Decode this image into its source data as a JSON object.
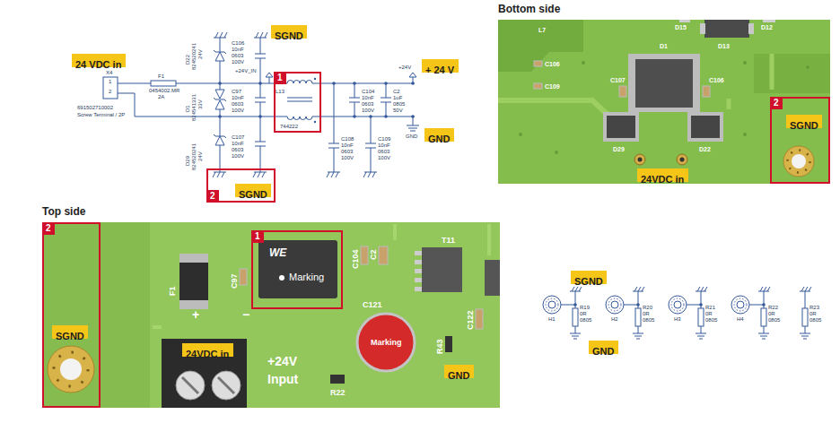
{
  "diagram": {
    "nodes": [
      {
        "text": [
          "24 VDC in"
        ]
      },
      {
        "text": [
          "1"
        ]
      },
      {
        "text": [
          "+ 24 V"
        ]
      },
      {
        "text": [
          "GND"
        ]
      },
      {
        "text": [
          "SGND"
        ]
      },
      {
        "text": [
          "2"
        ]
      },
      {
        "text": [
          "SGND"
        ],
        "in": 5
      },
      {
        "text": [
          "Bottom side"
        ]
      },
      {
        "text": [
          "24VDC in"
        ],
        "in": 7
      },
      {
        "text": [
          "2"
        ],
        "in": 7
      },
      {
        "text": [
          "SGND"
        ],
        "in": 9
      },
      {
        "text": [
          "Top side"
        ]
      },
      {
        "text": [
          "2"
        ],
        "in": 11
      },
      {
        "text": [
          "SGND"
        ],
        "in": 12
      },
      {
        "text": [
          "1"
        ],
        "in": 11
      },
      {
        "text": [
          "24VDC in"
        ],
        "in": 11
      },
      {
        "text": [
          "GND"
        ],
        "in": 11
      },
      {
        "text": [
          "SGND"
        ]
      },
      {
        "text": [
          "GND"
        ]
      }
    ],
    "labels": [
      "X4",
      "1",
      "2",
      "691502710002",
      "Screw Terminal / 2P",
      "F1",
      "0454002.MR",
      "2A",
      "D22",
      "824520241",
      "24V",
      "D1",
      "824541331",
      "33V",
      "D29",
      "824520241",
      "24V",
      "C106",
      "10nF",
      "0603",
      "100V",
      "+24V_IN",
      "C97",
      "10nF",
      "0603",
      "100V",
      "C107",
      "10nF",
      "0603",
      "100V",
      "L13",
      "744222",
      "C104",
      "10nF",
      "0603",
      "100V",
      "C2",
      "1uF",
      "0805",
      "50V",
      "C108",
      "10nF",
      "0603",
      "100V",
      "C109",
      "10nF",
      "0603",
      "100V",
      "+24V",
      "GND",
      "L7",
      "D15",
      "D13",
      "D12",
      "C106",
      "C109",
      "C107",
      "D1",
      "C106",
      "D29",
      "D22",
      "F1",
      "C97",
      "WE",
      "Marking",
      "C104",
      "C2",
      "T11",
      "C121",
      "Marking",
      "R43",
      "C122",
      "R22",
      "+",
      "−",
      "+24V",
      "Input",
      "H1",
      "R19",
      "0R",
      "0805",
      "H2",
      "R20",
      "0R",
      "0805",
      "H3",
      "R21",
      "0R",
      "0805",
      "H4",
      "R22",
      "0R",
      "0805",
      "R23",
      "0R",
      "0805"
    ]
  }
}
